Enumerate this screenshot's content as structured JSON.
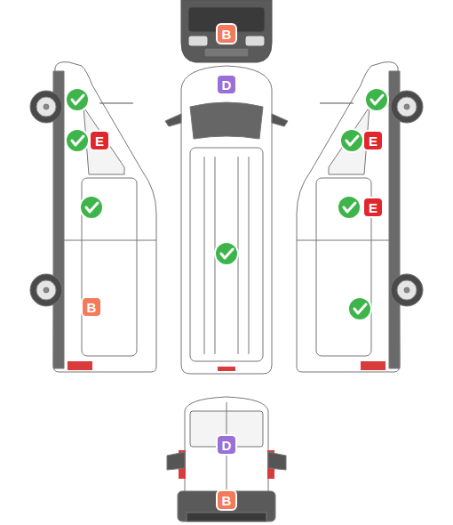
{
  "diagram": {
    "nodes": [
      {
        "text": [
          "B"
        ]
      },
      {
        "text": [
          "D"
        ]
      },
      {
        "text": [
          "E"
        ]
      },
      {
        "text": [
          "E"
        ]
      },
      {
        "text": [
          "E"
        ]
      },
      {
        "text": [
          "B"
        ]
      },
      {
        "text": [
          "D"
        ]
      },
      {
        "text": [
          "B"
        ]
      }
    ]
  }
}
